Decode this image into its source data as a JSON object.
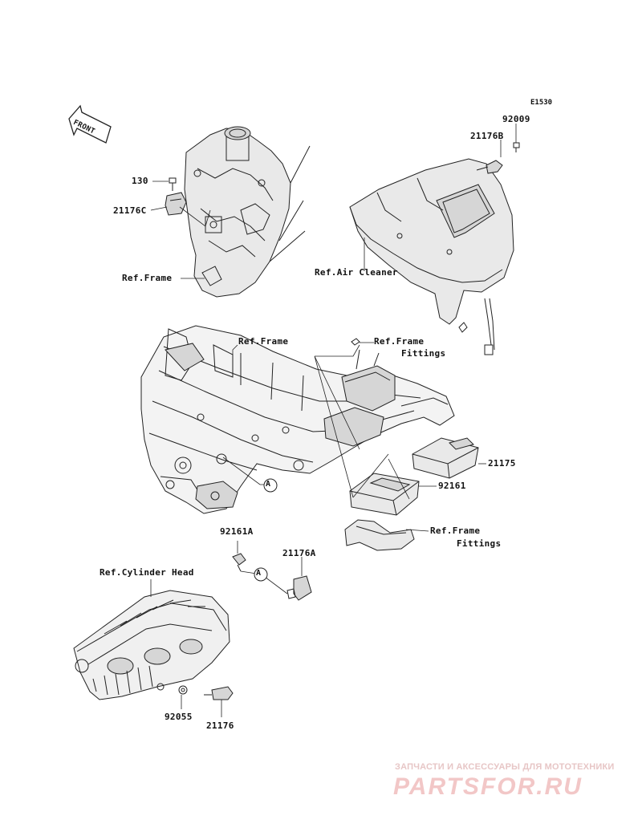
{
  "diagram": {
    "code": "E1530",
    "front_label": "FRONT",
    "callout_marker": "A",
    "parts": {
      "p130": "130",
      "p21176C": "21176C",
      "p92009": "92009",
      "p21176B": "21176B",
      "p21175": "21175",
      "p92161": "92161",
      "p92161A": "92161A",
      "p21176A": "21176A",
      "p92055": "92055",
      "p21176": "21176"
    },
    "refs": {
      "frame_top": "Ref.Frame",
      "air_cleaner": "Ref.Air Cleaner",
      "frame_mid": "Ref.Frame",
      "frame_fittings_top_1": "Ref.Frame",
      "frame_fittings_top_2": "Fittings",
      "frame_fittings_bottom_1": "Ref.Frame",
      "frame_fittings_bottom_2": "Fittings",
      "cylinder_head": "Ref.Cylinder Head"
    }
  },
  "watermark": {
    "tagline": "ЗАПЧАСТИ И АКСЕССУАРЫ ДЛЯ МОТОТЕХНИКИ",
    "logo": "PARTSFOR.RU"
  }
}
